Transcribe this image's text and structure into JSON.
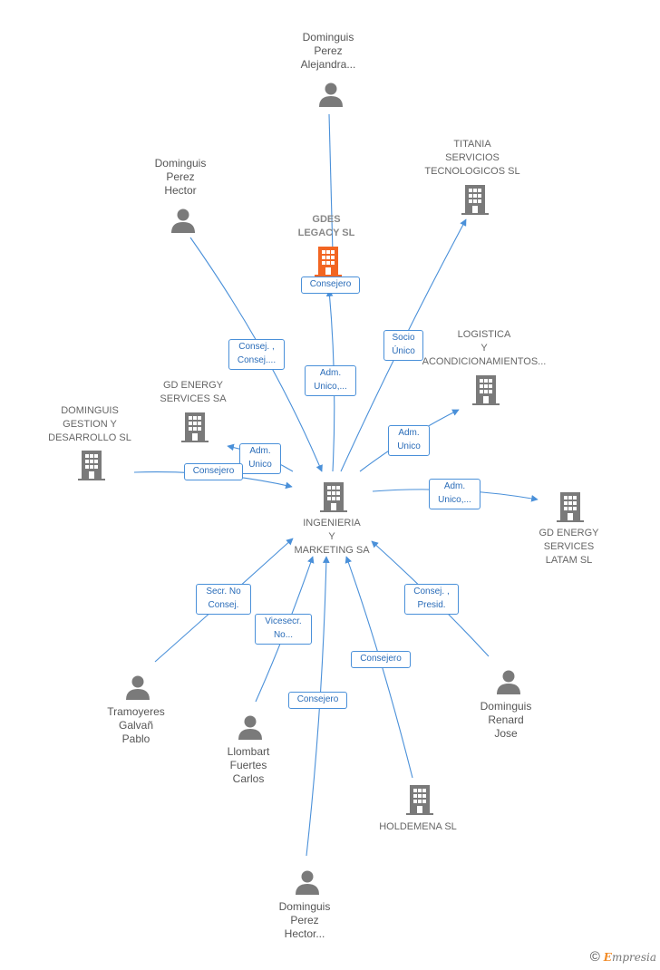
{
  "colors": {
    "edge": "#4a90d9",
    "person_icon": "#7a7a7a",
    "company_icon": "#7a7a7a",
    "focus_company_icon": "#f26522"
  },
  "nodes": {
    "center": {
      "label": "INGENIERIA\nY\nMARKETING SA",
      "icon": "building-icon"
    },
    "gdes_legacy": {
      "label": "GDES\nLEGACY  SL",
      "icon": "building-icon"
    },
    "dominguis_alejandra": {
      "label": "Dominguis\nPerez\nAlejandra...",
      "icon": "person-icon"
    },
    "dominguis_hector": {
      "label": "Dominguis\nPerez\nHector",
      "icon": "person-icon"
    },
    "titania": {
      "label": "TITANIA\nSERVICIOS\nTECNOLOGICOS SL",
      "icon": "building-icon"
    },
    "logistica": {
      "label": "LOGISTICA\nY\nACONDICIONAMIENTOS...",
      "icon": "building-icon"
    },
    "gd_energy_sa": {
      "label": "GD ENERGY\nSERVICES SA",
      "icon": "building-icon"
    },
    "dominguis_gestion": {
      "label": "DOMINGUIS\nGESTION Y\nDESARROLLO SL",
      "icon": "building-icon"
    },
    "gd_energy_latam": {
      "label": "GD ENERGY\nSERVICES\nLATAM  SL",
      "icon": "building-icon"
    },
    "tramoyeres": {
      "label": "Tramoyeres\nGalvañ\nPablo",
      "icon": "person-icon"
    },
    "llombart": {
      "label": "Llombart\nFuertes\nCarlos",
      "icon": "person-icon"
    },
    "dominguis_hector2": {
      "label": "Dominguis\nPerez\nHector...",
      "icon": "person-icon"
    },
    "holdemena": {
      "label": "HOLDEMENA SL",
      "icon": "building-icon"
    },
    "dominguis_renard": {
      "label": "Dominguis\nRenard\nJose",
      "icon": "person-icon"
    }
  },
  "edges": {
    "alejandra_consejero": "Consejero",
    "gdes_adm": "Adm.\nUnico,...",
    "hector_consej": "Consej. ,\nConsej....",
    "titania_socio": "Socio\nÚnico",
    "logistica_adm": "Adm.\nUnico",
    "gd_energy_sa_adm": "Adm.\nUnico",
    "dominguis_gestion_consejero": "Consejero",
    "gd_latam_adm": "Adm.\nUnico,...",
    "tramoyeres_secr": "Secr.  No\nConsej.",
    "llombart_vicesecr": "Vicesecr.\nNo...",
    "hector2_consejero": "Consejero",
    "holdemena_consejero": "Consejero",
    "renard_consej": "Consej. ,\nPresid."
  },
  "brand": {
    "copyright": "©",
    "name_first": "E",
    "name_rest": "mpresia"
  }
}
